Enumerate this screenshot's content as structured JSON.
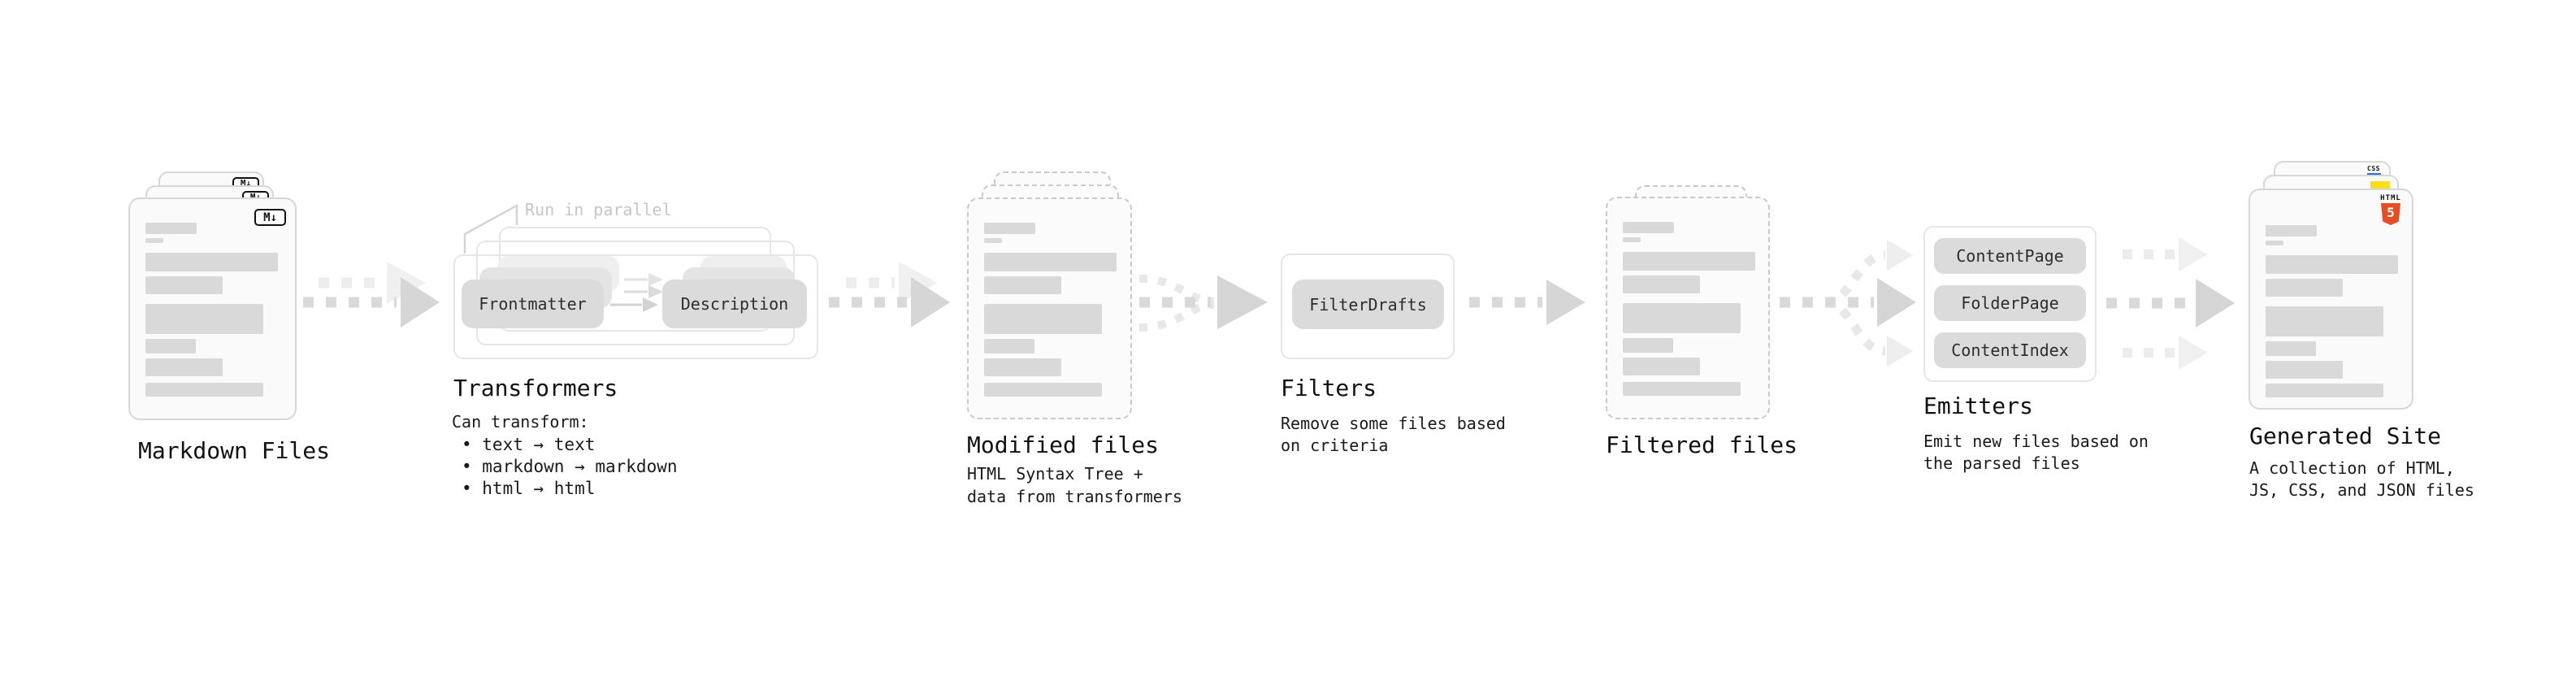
{
  "markdown_files": {
    "label": "Markdown Files",
    "badge": "M↓"
  },
  "transformers": {
    "label": "Transformers",
    "parallel_note": "Run in parallel",
    "input_pill": "Frontmatter",
    "output_pill": "Description",
    "desc_title": "Can transform:",
    "bullets": [
      "• text → text",
      "• markdown → markdown",
      "• html → html"
    ]
  },
  "modified_files": {
    "label": "Modified files",
    "desc_line1": "HTML Syntax Tree +",
    "desc_line2": "data from transformers"
  },
  "filters": {
    "label": "Filters",
    "pill": "FilterDrafts",
    "desc_line1": "Remove some files based",
    "desc_line2": "on criteria"
  },
  "filtered_files": {
    "label": "Filtered files"
  },
  "emitters": {
    "label": "Emitters",
    "pills": [
      "ContentPage",
      "FolderPage",
      "ContentIndex"
    ],
    "desc_line1": "Emit new files based on",
    "desc_line2": "the parsed files"
  },
  "generated_site": {
    "label": "Generated Site",
    "desc_line1": "A collection of HTML,",
    "desc_line2": "JS, CSS, and JSON files"
  },
  "file_type_icons": {
    "html5_word": "HTML",
    "html5_number": "5",
    "css_label": "CSS"
  },
  "colors": {
    "html5_orange": "#e44d26",
    "js_yellow": "#f7df1e",
    "css_blue": "#2d6ae3",
    "dash_gray": "#d9d9d9",
    "panel_border": "#e6e6e6"
  }
}
